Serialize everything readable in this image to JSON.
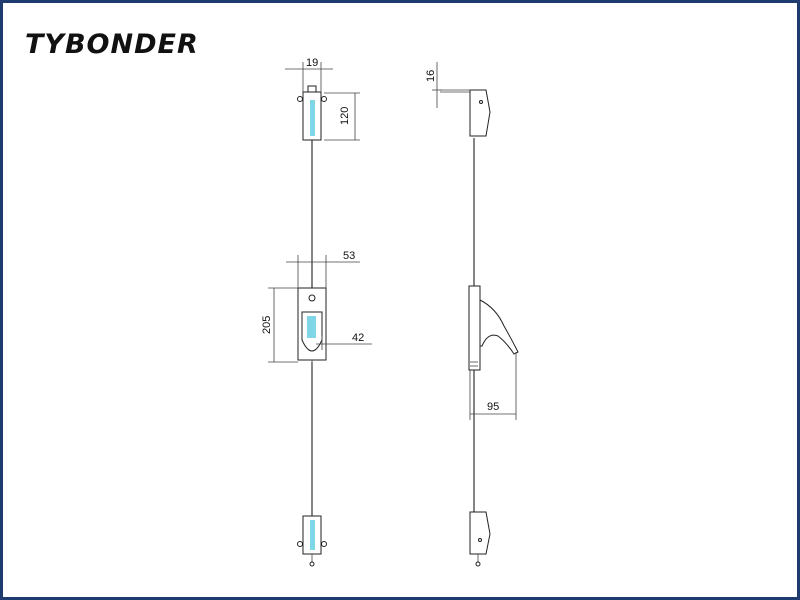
{
  "brand": {
    "logo_text": "TYBONDER"
  },
  "dimensions": {
    "top_width": "19",
    "top_height": "120",
    "handle_width": "53",
    "handle_height": "205",
    "handle_inner": "42",
    "side_offset": "16",
    "side_projection": "95"
  },
  "colors": {
    "frame": "#1f3a6e",
    "accent": "#7fd6e6"
  }
}
